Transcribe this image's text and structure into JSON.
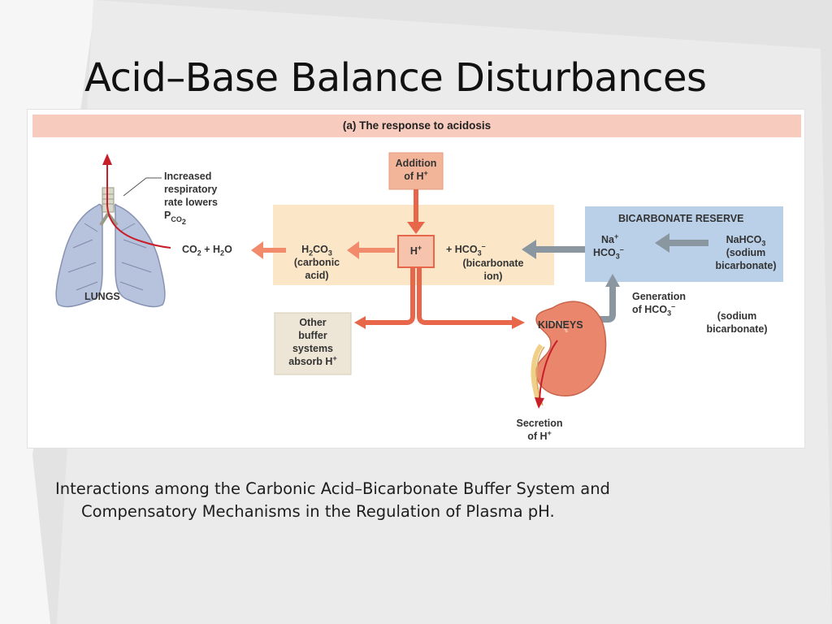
{
  "slide": {
    "title": "Acid–Base Balance Disturbances",
    "caption_line1": "Interactions among the Carbonic Acid–Bicarbonate Buffer System and",
    "caption_line2": "Compensatory Mechanisms in the Regulation of Plasma pH."
  },
  "diagram": {
    "header": "(a) The response to acidosis",
    "addition_line1": "Addition",
    "addition_line2": "of H",
    "h_label": "H",
    "plus_hco3": "+   HCO",
    "bicarbonate_ion_line1": "(bicarbonate",
    "bicarbonate_ion_line2": "ion)",
    "h2co3": "H",
    "h2co3_name_line1": "(carbonic",
    "h2co3_name_line2": "acid)",
    "co2_h2o": "CO",
    "lungs": "LUNGS",
    "resp_line1": "Increased",
    "resp_line2": "respiratory",
    "resp_line3": "rate lowers",
    "resp_line4": "P",
    "other_buffer_line1": "Other",
    "other_buffer_line2": "buffer",
    "other_buffer_line3": "systems",
    "other_buffer_line4": "absorb H",
    "kidneys": "KIDNEYS",
    "secretion_line1": "Secretion",
    "secretion_line2": "of H",
    "reserve_title": "BICARBONATE RESERVE",
    "na_plus": "Na",
    "hco3_minus": "HCO",
    "nahco3_line1": "NaHCO",
    "nahco3_line2": "(sodium",
    "nahco3_line3": "bicarbonate)",
    "generation_line1": "Generation",
    "generation_line2": "of HCO",
    "sodium_bicarb_line1": "(sodium",
    "sodium_bicarb_line2": "bicarbonate)"
  },
  "colors": {
    "header_band": "#f7cbbd",
    "buffer_panel": "#fbe7c8",
    "reserve_panel": "#bad0e8",
    "addition_box": "#f2b59a",
    "other_buffer_box": "#ede6d6",
    "acid_arrow": "#e8664a",
    "base_arrow": "#7f8c96",
    "kidney": "#e9866c",
    "lung": "#b7c2dd"
  }
}
